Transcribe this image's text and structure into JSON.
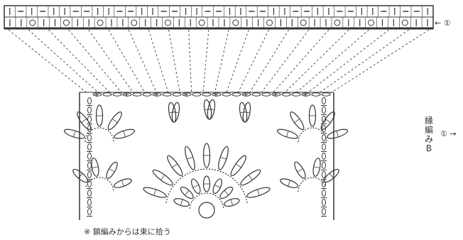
{
  "ruler": {
    "top_row": [
      "|",
      "—",
      "|",
      "—",
      "|",
      "|",
      "—",
      "—",
      "|",
      "|",
      "—",
      "—",
      "|",
      "|",
      "—",
      "—",
      "|",
      "|",
      "—",
      "—",
      "|",
      "|",
      "—",
      "—",
      "|",
      "|",
      "—",
      "—",
      "|",
      "|",
      "—",
      "—",
      "|",
      "|",
      "—",
      "|",
      "—",
      "—",
      "|"
    ],
    "bottom_row": [
      "|",
      "|",
      "○",
      "|",
      "|",
      "○",
      "|",
      "|",
      "○",
      "|",
      "|",
      "○",
      "|",
      "|",
      "○",
      "|",
      "|",
      "○",
      "|",
      "|",
      "○",
      "|",
      "|",
      "○",
      "|",
      "|",
      "○",
      "|",
      "|",
      "○",
      "|",
      "|",
      "○",
      "|",
      "|",
      "○",
      "|",
      "|"
    ]
  },
  "labels": {
    "row_marker": "← ①",
    "side_vertical": [
      "縁",
      "編",
      "み",
      "B"
    ],
    "side_marker": "① →",
    "footnote": "※ 鎖編みからは束に拾う"
  },
  "colors": {
    "line": "#333333",
    "dash": "#555555",
    "background": "#ffffff"
  }
}
